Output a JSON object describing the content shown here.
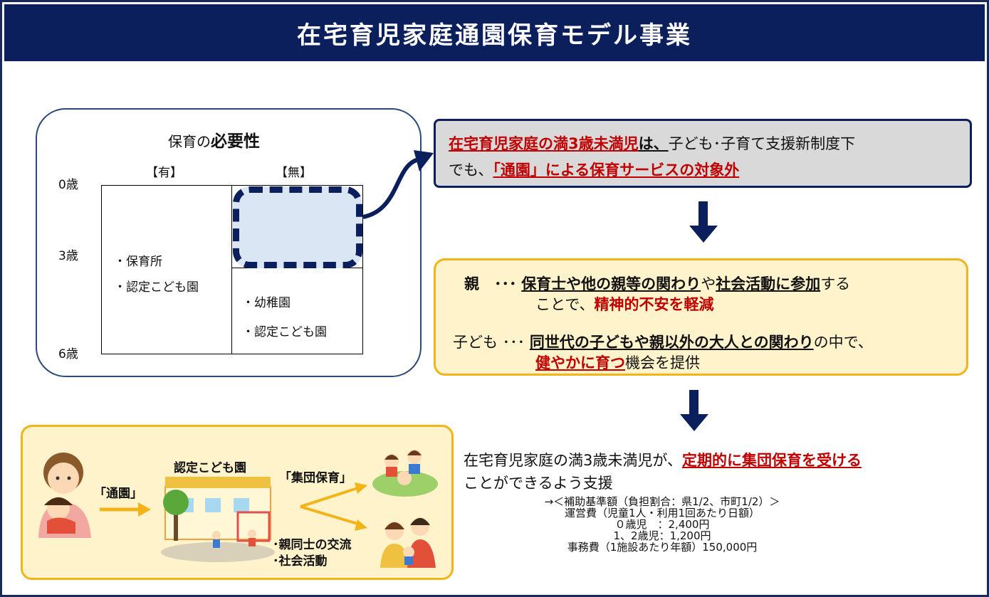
{
  "title": "在宅育児家庭通園保育モデル事業",
  "necessity": {
    "title_prefix": "保育の",
    "title_bold": "必要性",
    "col_yes": "【有】",
    "col_no": "【無】",
    "age_0": "0歳",
    "age_3": "3歳",
    "age_6": "6歳",
    "yes_items": [
      "・保育所",
      "・認定こども園"
    ],
    "no_items": [
      "・幼稚園",
      "・認定こども園"
    ]
  },
  "grey_box": {
    "red_phrase": "在宅育児家庭の満3歳未満児",
    "ha": "は、",
    "rest1": "子ども･子育て支援新制度下",
    "line2_prefix": "でも、",
    "red_phrase2": "「通園」による保育サービスの対象外"
  },
  "yellow_box": {
    "parent_label": "親　･･･",
    "parent_u1": "保育士や他の親等の関わり",
    "parent_ya": "や",
    "parent_u2": "社会活動に参加",
    "parent_suru": "する",
    "parent_line2_prefix": "ことで、",
    "parent_red": "精神的不安を軽減",
    "child_label": "子ども ･･･",
    "child_u": "同世代の子どもや親以外の大人との関わり",
    "child_rest": "の中で、",
    "child_red": "健やかに育つ",
    "child_end": "機会を提供"
  },
  "illustration": {
    "tsuuen": "「通園」",
    "facility": "認定こども園",
    "group_care": "「集団保育」",
    "exchange": "･親同士の交流",
    "social": "･社会活動"
  },
  "support": {
    "line1_prefix": "在宅育児家庭の満3歳未満児が、",
    "line1_red": "定期的に集団保育を受ける",
    "line2": "ことができるよう支援",
    "sub": [
      "→＜補助基準額（負担割合：県1/2、市町1/2）＞",
      "運営費（児童1人・利用1回あたり日額）",
      "０歳児　：2,400円",
      "1、2歳児：1,200円",
      "事務費（1施設あたり年額）150,000円"
    ]
  },
  "colors": {
    "navy": "#0b1f5c",
    "red": "#c00000",
    "yellow_fill": "#fff3cc",
    "yellow_border": "#f2b418",
    "grey_fill": "#d9d9d9"
  }
}
